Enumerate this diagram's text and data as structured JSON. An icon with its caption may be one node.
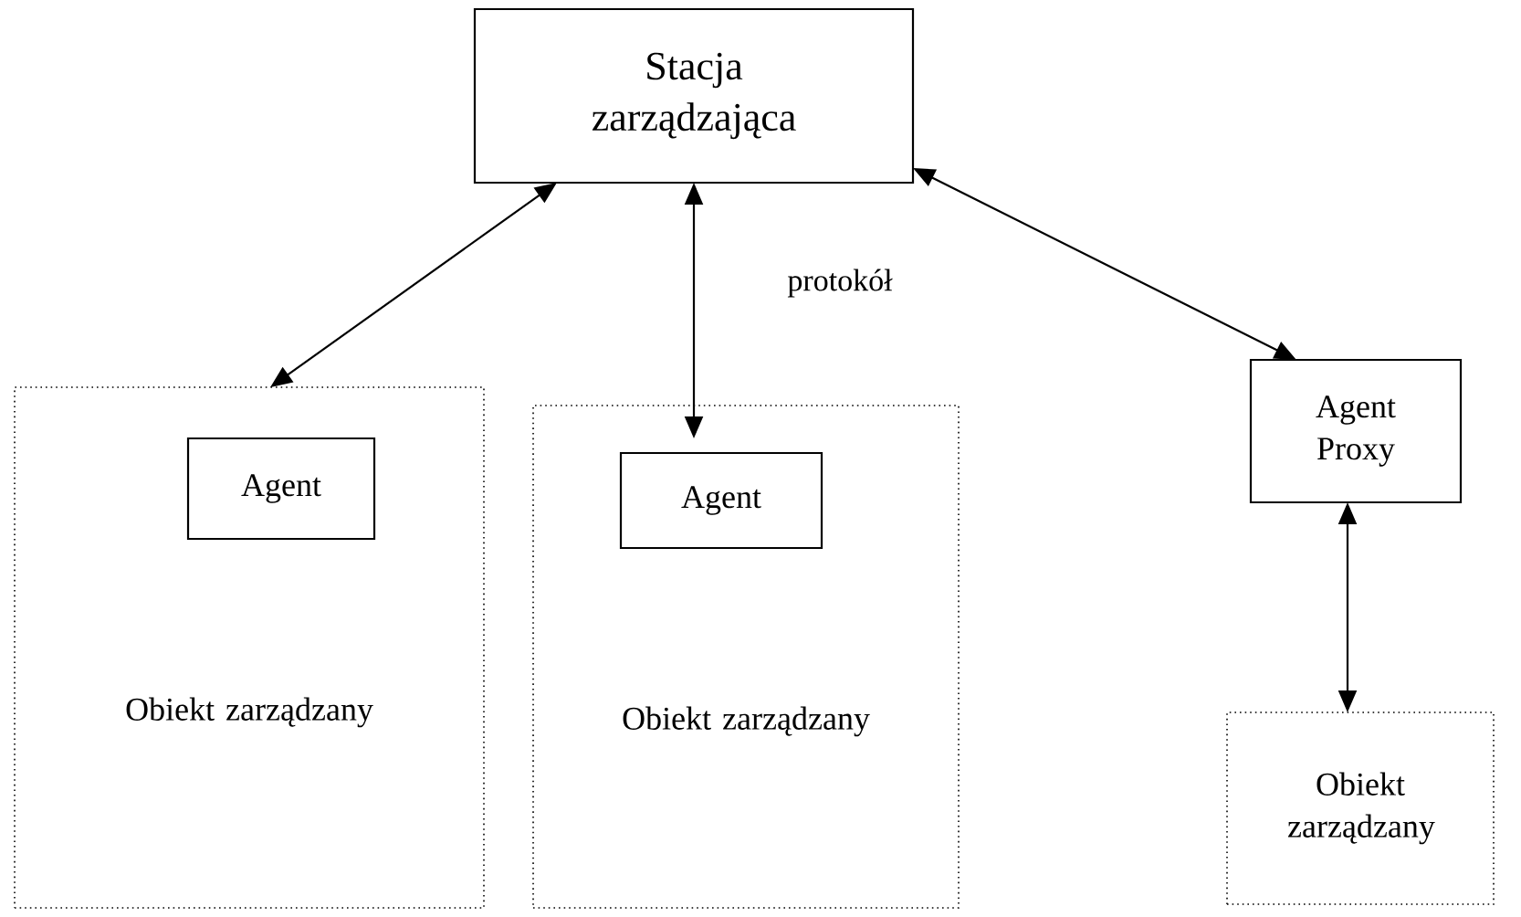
{
  "diagram": {
    "nodes": [
      {
        "text": [
          "Stacja zarządzająca"
        ]
      },
      {
        "text": [
          "Obiekt zarządzany"
        ]
      },
      {
        "text": [
          "Agent"
        ],
        "in": 1
      },
      {
        "text": [
          "Obiekt zarządzany"
        ]
      },
      {
        "text": [
          "Agent"
        ],
        "in": 3
      },
      {
        "text": [
          "Agent Proxy"
        ]
      },
      {
        "text": [
          "Obiekt zarządzany"
        ]
      }
    ],
    "edges": [
      {
        "from": 0,
        "to": 1,
        "arrow": "both"
      },
      {
        "from": 0,
        "to": 4,
        "arrow": "both"
      },
      {
        "from": 0,
        "to": 5,
        "arrow": "both"
      },
      {
        "from": 5,
        "to": 6,
        "arrow": "both"
      }
    ],
    "labels": [
      "protokół"
    ]
  }
}
